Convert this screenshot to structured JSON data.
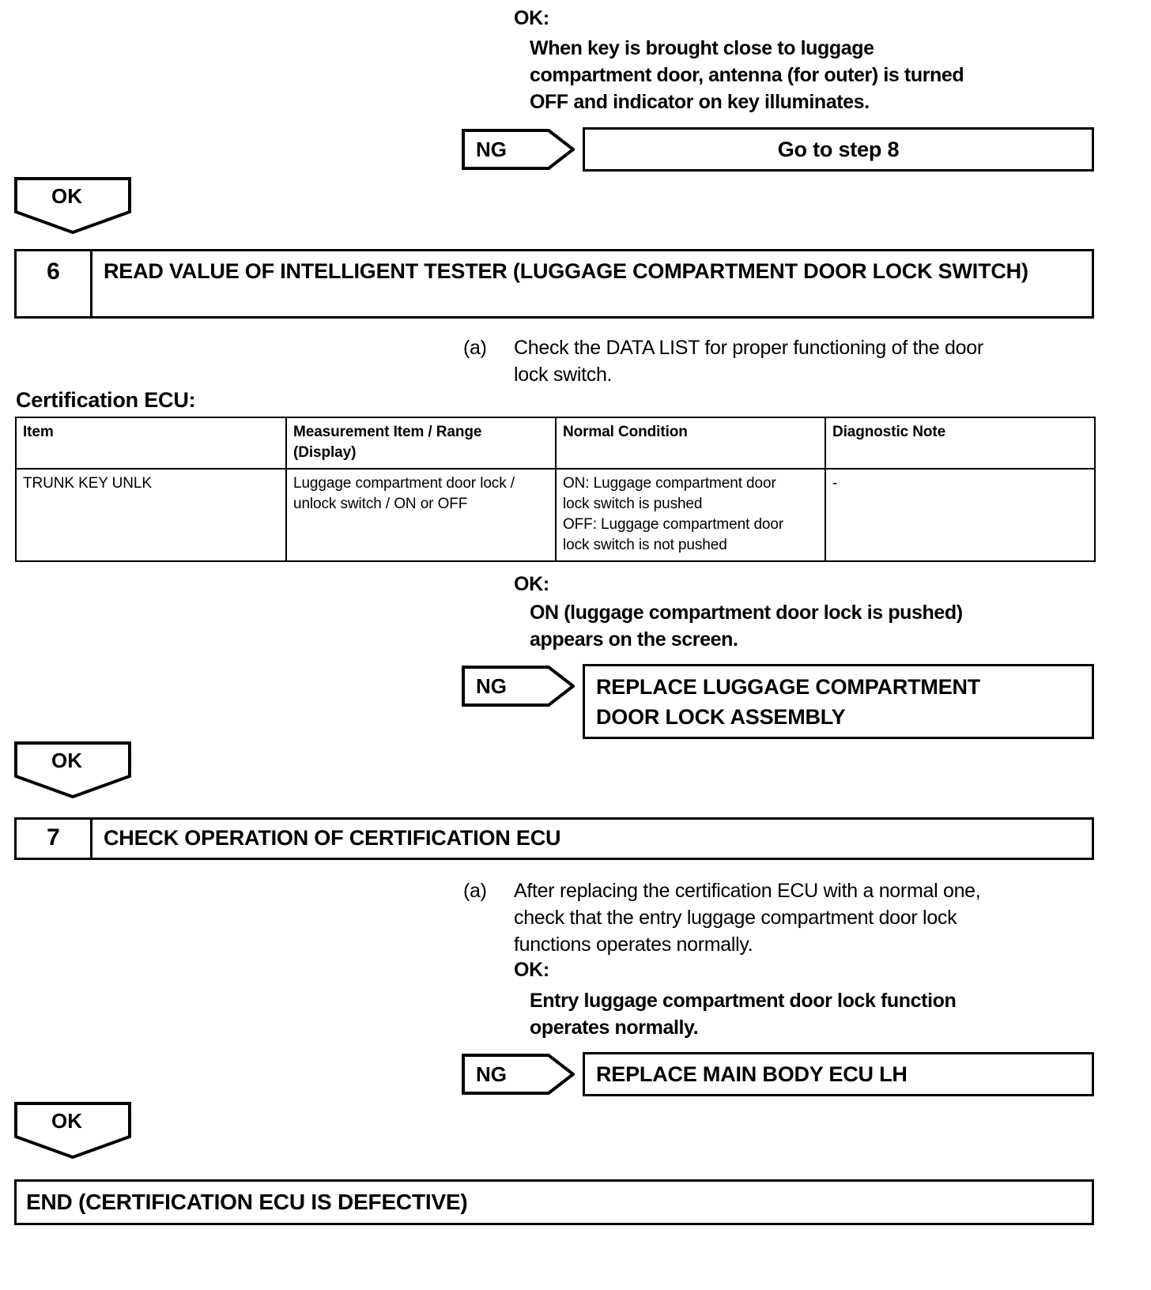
{
  "document": {
    "type": "diagnostic-flowchart",
    "title": "Entry luggage compartment door lock function diagnostic procedure"
  },
  "top_check": {
    "ok_label": "OK:",
    "ok_text": "When key is brought close to luggage\ncompartment door, antenna (for outer) is turned\nOFF and indicator on key illuminates.",
    "ng_label": "NG",
    "ng_result": "Go to step 8",
    "ok_connector": "OK"
  },
  "step6": {
    "number": "6",
    "title": "READ VALUE OF INTELLIGENT TESTER (LUGGAGE COMPARTMENT DOOR LOCK SWITCH)",
    "procedure_marker": "(a)",
    "procedure_text": "Check the DATA LIST for proper functioning of the door\nlock switch.",
    "table_label": "Certification ECU:",
    "table": {
      "headers": [
        "Item",
        "Measurement Item / Range\n(Display)",
        "Normal Condition",
        "Diagnostic Note"
      ],
      "rows": [
        [
          "TRUNK KEY UNLK",
          "Luggage compartment door lock /\nunlock switch / ON or OFF",
          "ON: Luggage compartment door\nlock switch is pushed\nOFF: Luggage compartment door\nlock switch is not pushed",
          "-"
        ]
      ]
    },
    "ok_label": "OK:",
    "ok_text": "ON (luggage compartment door lock is pushed)\nappears on the screen.",
    "ng_label": "NG",
    "ng_result": "REPLACE LUGGAGE COMPARTMENT\nDOOR LOCK ASSEMBLY",
    "ok_connector": "OK"
  },
  "step7": {
    "number": "7",
    "title": "CHECK OPERATION OF CERTIFICATION ECU",
    "procedure_marker": "(a)",
    "procedure_text": "After replacing the certification ECU with a normal one,\ncheck that the entry luggage compartment door lock\nfunctions operates normally.",
    "ok_label": "OK:",
    "ok_text": "Entry luggage compartment door lock function\noperates normally.",
    "ng_label": "NG",
    "ng_result": "REPLACE MAIN BODY ECU LH",
    "ok_connector": "OK"
  },
  "end": {
    "text": "END (CERTIFICATION ECU IS DEFECTIVE)"
  },
  "colors": {
    "ink": "#000000",
    "paper": "#ffffff"
  }
}
